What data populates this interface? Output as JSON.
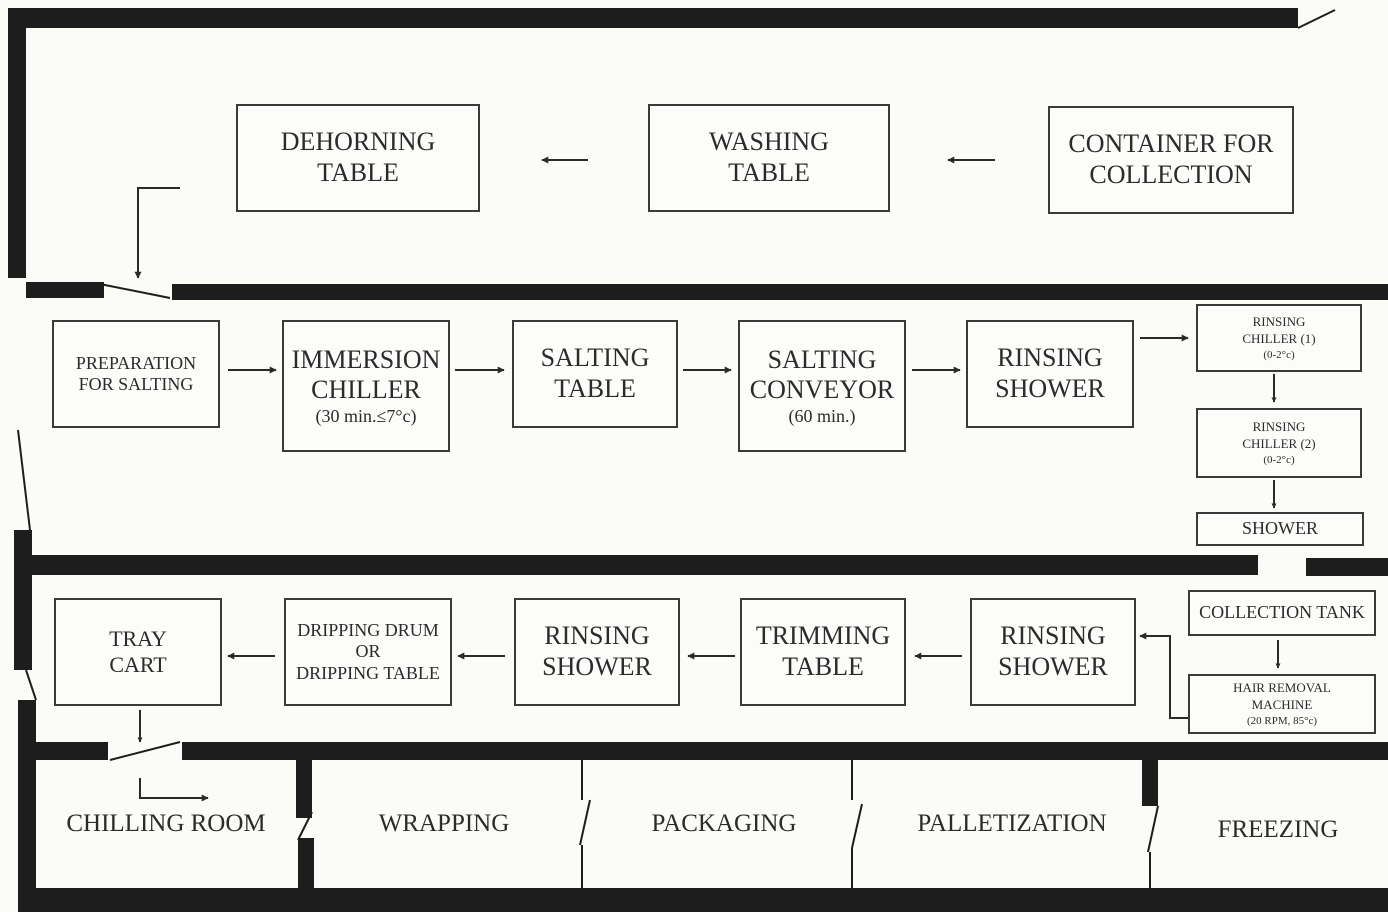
{
  "rooms": {
    "chilling": "CHILLING ROOM",
    "wrapping": "WRAPPING",
    "packaging": "PACKAGING",
    "palletization": "PALLETIZATION",
    "freezing": "FREEZING"
  },
  "row1": {
    "dehorning": [
      "DEHORNING",
      "TABLE"
    ],
    "washing": [
      "WASHING",
      "TABLE"
    ],
    "container": [
      "CONTAINER FOR",
      "COLLECTION"
    ]
  },
  "row2": {
    "preparation": [
      "PREPARATION",
      "FOR SALTING"
    ],
    "immersion": [
      "IMMERSION",
      "CHILLER",
      "(30 min.≤7°c)"
    ],
    "salting_table": [
      "SALTING",
      "TABLE"
    ],
    "salting_conveyor": [
      "SALTING",
      "CONVEYOR",
      "(60 min.)"
    ],
    "rinsing_shower": [
      "RINSING",
      "SHOWER"
    ],
    "rinsing_chiller_1": [
      "RINSING",
      "CHILLER (1)",
      "(0-2°c)"
    ],
    "rinsing_chiller_2": [
      "RINSING",
      "CHILLER (2)",
      "(0-2°c)"
    ],
    "shower": [
      "SHOWER"
    ]
  },
  "row3": {
    "collection_tank": [
      "COLLECTION TANK"
    ],
    "hair_removal": [
      "HAIR REMOVAL",
      "MACHINE",
      "(20 RPM, 85°c)"
    ],
    "rinsing_shower_a": [
      "RINSING",
      "SHOWER"
    ],
    "trimming": [
      "TRIMMING",
      "TABLE"
    ],
    "rinsing_shower_b": [
      "RINSING",
      "SHOWER"
    ],
    "dripping": [
      "DRIPPING DRUM",
      "OR",
      "DRIPPING TABLE"
    ],
    "tray_cart": [
      "TRAY",
      "CART"
    ]
  }
}
